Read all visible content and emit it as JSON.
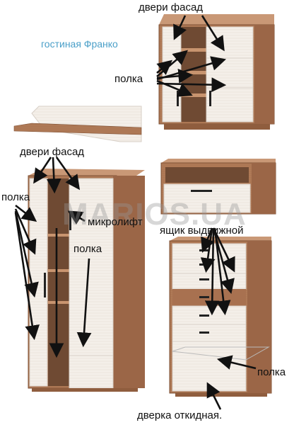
{
  "title": "гостиная Франко",
  "watermark": "MARIOS.UA",
  "labels": {
    "dveri_top": "двери фасад",
    "polka_top": "полка",
    "dveri_left": "двери фасад",
    "polka_left": "полка",
    "mikrolift": "микролифт",
    "polka_mid": "полка",
    "yashchik": "ящик выдвижной",
    "polka_bottom": "полка",
    "dverka": "дверка откидная."
  },
  "colors": {
    "wood": "#b07a57",
    "wood_dark": "#8f5d3e",
    "cream": "#f4efe9",
    "title": "#4a9fc8",
    "arrow": "#111111"
  }
}
